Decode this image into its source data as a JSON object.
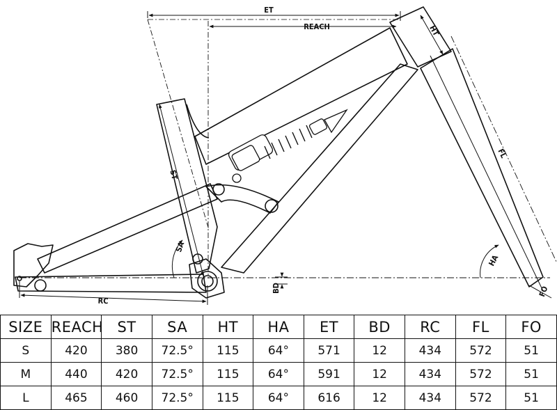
{
  "diagram": {
    "labels": {
      "et": "ET",
      "reach": "REACH",
      "ht": "HT",
      "st": "ST",
      "sa": "SA",
      "fl": "FL",
      "ha": "HA",
      "bd": "BD",
      "rc": "RC",
      "fo": "FO"
    }
  },
  "table": {
    "headers": [
      "SIZE",
      "REACH",
      "ST",
      "SA",
      "HT",
      "HA",
      "ET",
      "BD",
      "RC",
      "FL",
      "FO"
    ],
    "rows": [
      [
        "S",
        "420",
        "380",
        "72.5°",
        "115",
        "64°",
        "571",
        "12",
        "434",
        "572",
        "51"
      ],
      [
        "M",
        "440",
        "420",
        "72.5°",
        "115",
        "64°",
        "591",
        "12",
        "434",
        "572",
        "51"
      ],
      [
        "L",
        "465",
        "460",
        "72.5°",
        "115",
        "64°",
        "616",
        "12",
        "434",
        "572",
        "51"
      ]
    ]
  }
}
